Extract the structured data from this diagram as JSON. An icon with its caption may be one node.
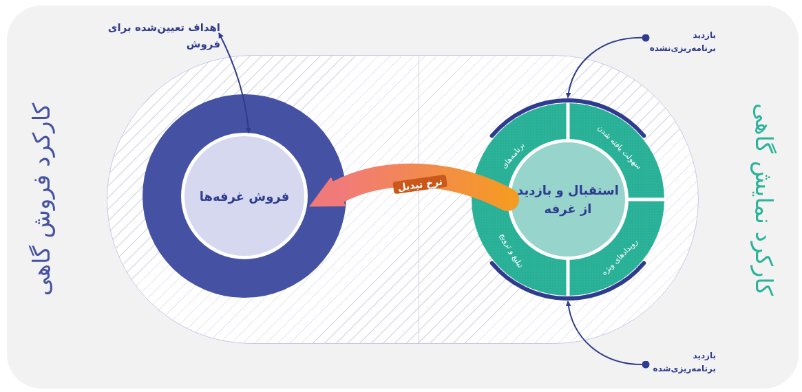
{
  "diagram": {
    "nodes": [
      {
        "text": [],
        "shape": "circle"
      },
      {
        "text": [
          "فروش غرفه‌ها"
        ],
        "in": 0
      },
      {
        "text": [],
        "shape": "circle"
      },
      {
        "text": [
          "استقبال و بازدید از غرفه"
        ],
        "in": 2
      },
      {
        "text": [
          "برنامه‌های"
        ],
        "in": 2
      },
      {
        "text": [
          "سهولت یافته شدن"
        ],
        "in": 2
      },
      {
        "text": [
          "تبلیغ و ترویج"
        ],
        "in": 2
      },
      {
        "text": [
          "رویدادهای ویژه"
        ],
        "in": 2
      },
      {
        "text": [
          "اهداف تعیین‌شده برای فروش"
        ]
      },
      {
        "text": [
          "بازدید برنامه‌ریزی‌نشده"
        ]
      },
      {
        "text": [
          "بازدید برنامه‌ریزی‌شده"
        ]
      }
    ],
    "edges": [
      {
        "from": 3,
        "to": 1,
        "arrow": "to",
        "label": "نرخ تبدیل",
        "style": "thick",
        "color": "#f59a23"
      },
      {
        "from": 8,
        "to": 1,
        "arrow": "both"
      },
      {
        "from": 9,
        "to": 2,
        "arrow": "to"
      },
      {
        "from": 10,
        "to": 2,
        "arrow": "to"
      }
    ],
    "labels": [
      "کارکرد فروش گاهی",
      "کارکرد نمایش گاهی"
    ]
  }
}
